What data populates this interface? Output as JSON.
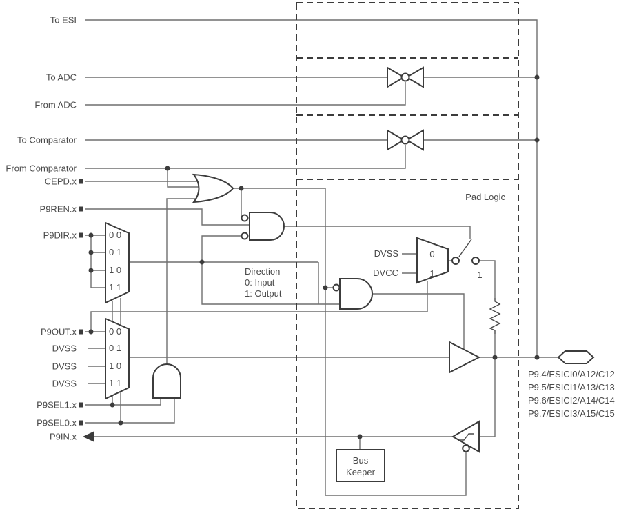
{
  "colors": {
    "wire": "#6f6f6f",
    "shape_outline": "#3c3c3c",
    "text": "#4a4a4a",
    "background": "#ffffff"
  },
  "left_signals": {
    "to_esi": "To ESI",
    "to_adc": "To ADC",
    "from_adc": "From ADC",
    "to_comparator": "To Comparator",
    "from_comparator": "From Comparator",
    "cepd": "CEPD.x",
    "p9ren": "P9REN.x",
    "p9dir": "P9DIR.x",
    "p9out": "P9OUT.x",
    "dvss_01": "DVSS",
    "dvss_10": "DVSS",
    "dvss_11": "DVSS",
    "p9sel1": "P9SEL1.x",
    "p9sel0": "P9SEL0.x",
    "p9in": "P9IN.x"
  },
  "dir_mux": {
    "rows": [
      "0 0",
      "0 1",
      "1 0",
      "1 1"
    ]
  },
  "out_mux": {
    "rows": [
      "0 0",
      "0 1",
      "1 0",
      "1 1"
    ]
  },
  "pull_mux": {
    "input0_label": "DVSS",
    "input1_label": "DVCC",
    "rows": [
      "0",
      "1"
    ]
  },
  "direction_note": {
    "title": "Direction",
    "opt0": "0: Input",
    "opt1": "1: Output"
  },
  "pull_switch": {
    "label": "1"
  },
  "pad_logic": {
    "label": "Pad Logic"
  },
  "bus_keeper": {
    "line1": "Bus",
    "line2": "Keeper"
  },
  "pin": {
    "labels": [
      "P9.4/ESICI0/A12/C12",
      "P9.5/ESICI1/A13/C13",
      "P9.6/ESICI2/A14/C14",
      "P9.7/ESICI3/A15/C15"
    ]
  }
}
